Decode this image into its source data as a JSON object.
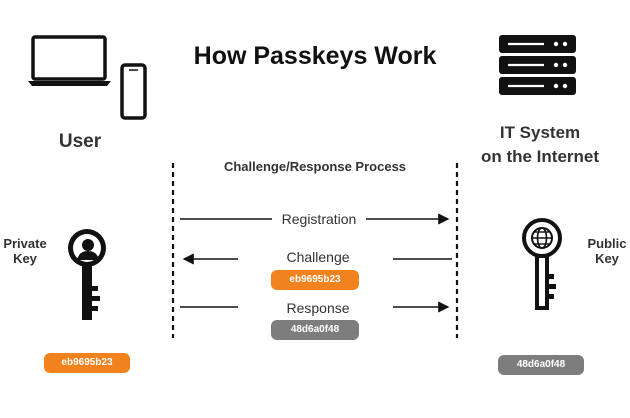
{
  "title": "How Passkeys Work",
  "user_label": "User",
  "system_label_line1": "IT System",
  "system_label_line2": "on the Internet",
  "process_label": "Challenge/Response Process",
  "flows": {
    "registration": "Registration",
    "challenge": "Challenge",
    "response": "Response"
  },
  "private_key_label_line1": "Private",
  "private_key_label_line2": "Key",
  "public_key_label_line1": "Public",
  "public_key_label_line2": "Key",
  "challenge_value": "eb9695b23",
  "response_value": "48d6a0f48",
  "private_key_value": "eb9695b23",
  "public_key_value": "48d6a0f48",
  "colors": {
    "orange": "#f2821e",
    "gray": "#7d7d7d"
  }
}
